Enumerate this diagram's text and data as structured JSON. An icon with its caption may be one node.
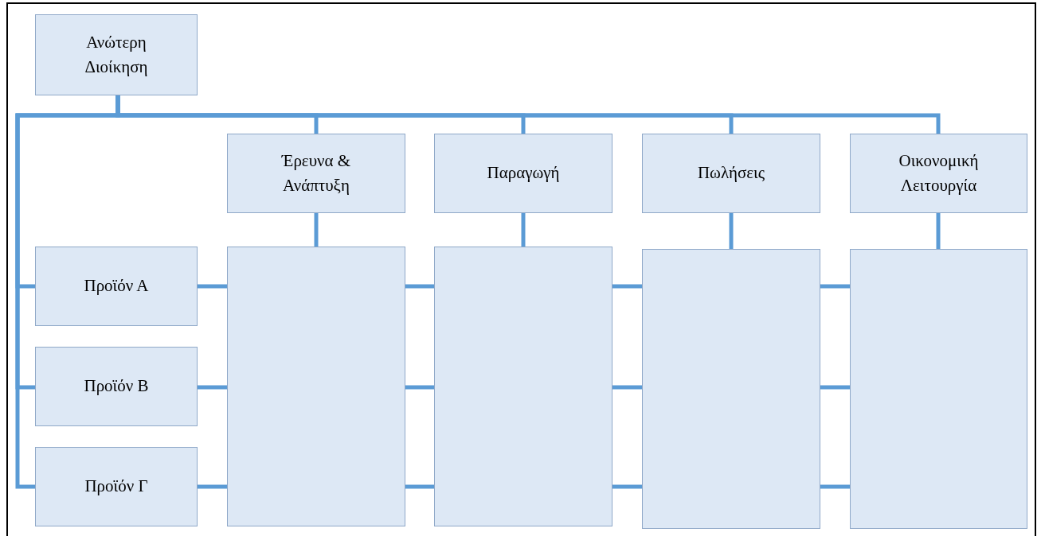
{
  "diagram": {
    "nodes": [
      {
        "text": [
          "Ανώτερη Διοίκηση"
        ]
      },
      {
        "text": [
          "Έρευνα & Ανάπτυξη"
        ]
      },
      {
        "text": [
          "Παραγωγή"
        ]
      },
      {
        "text": [
          "Πωλήσεις"
        ]
      },
      {
        "text": [
          "Οικονομική Λειτουργία"
        ]
      },
      {
        "text": [
          "Προϊόν Α"
        ]
      },
      {
        "text": [
          "Προϊόν Β"
        ]
      },
      {
        "text": [
          "Προϊόν Γ"
        ]
      },
      {
        "text": [],
        "shape": "box"
      },
      {
        "text": [],
        "shape": "box"
      },
      {
        "text": [],
        "shape": "box"
      },
      {
        "text": [],
        "shape": "box"
      }
    ],
    "edges": [
      {
        "from": 0,
        "to": 1,
        "arrow": "none"
      },
      {
        "from": 0,
        "to": 2,
        "arrow": "none"
      },
      {
        "from": 0,
        "to": 3,
        "arrow": "none"
      },
      {
        "from": 0,
        "to": 4,
        "arrow": "none"
      },
      {
        "from": 0,
        "to": 5,
        "arrow": "none"
      },
      {
        "from": 0,
        "to": 6,
        "arrow": "none"
      },
      {
        "from": 0,
        "to": 7,
        "arrow": "none"
      },
      {
        "from": 1,
        "to": 8,
        "arrow": "none"
      },
      {
        "from": 2,
        "to": 9,
        "arrow": "none"
      },
      {
        "from": 3,
        "to": 10,
        "arrow": "none"
      },
      {
        "from": 4,
        "to": 11,
        "arrow": "none"
      },
      {
        "from": 5,
        "to": 8,
        "arrow": "none"
      },
      {
        "from": 8,
        "to": 9,
        "arrow": "none"
      },
      {
        "from": 9,
        "to": 10,
        "arrow": "none"
      },
      {
        "from": 10,
        "to": 11,
        "arrow": "none"
      },
      {
        "from": 6,
        "to": 8,
        "arrow": "none"
      },
      {
        "from": 8,
        "to": 9,
        "arrow": "none"
      },
      {
        "from": 9,
        "to": 10,
        "arrow": "none"
      },
      {
        "from": 10,
        "to": 11,
        "arrow": "none"
      },
      {
        "from": 7,
        "to": 8,
        "arrow": "none"
      },
      {
        "from": 8,
        "to": 9,
        "arrow": "none"
      },
      {
        "from": 9,
        "to": 10,
        "arrow": "none"
      },
      {
        "from": 10,
        "to": 11,
        "arrow": "none"
      }
    ]
  }
}
